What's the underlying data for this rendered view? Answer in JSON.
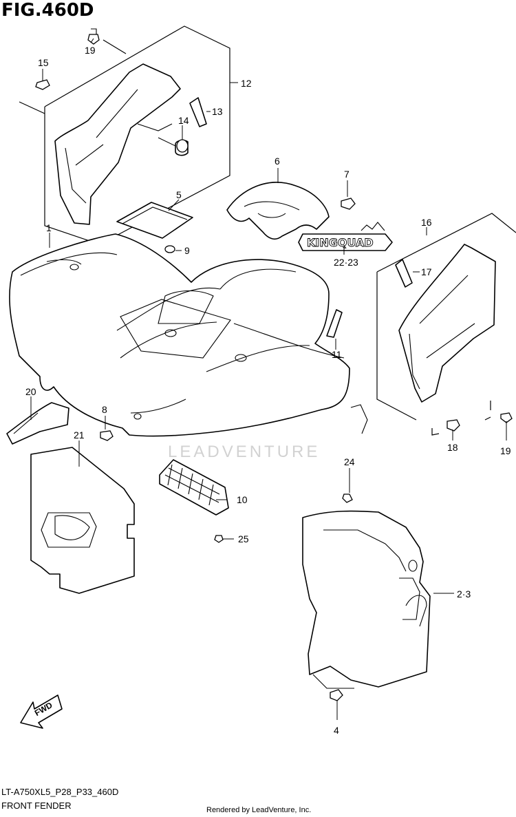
{
  "header": {
    "figure_title": "FIG.460D"
  },
  "footer": {
    "model_code": "LT-A750XL5_P28_P33_460D",
    "section_name": "FRONT FENDER",
    "credit": "Rendered by LeadVenture, Inc."
  },
  "watermark": {
    "text": "LEADVENTURE"
  },
  "emblem": {
    "text": "KINGQUAD"
  },
  "fwd_arrow": {
    "label": "FWD"
  },
  "callouts": {
    "c1": "1",
    "c2_3": "2·3",
    "c4": "4",
    "c5": "5",
    "c6": "6",
    "c7": "7",
    "c8": "8",
    "c9": "9",
    "c10": "10",
    "c11": "11",
    "c12": "12",
    "c13": "13",
    "c14": "14",
    "c15": "15",
    "c16": "16",
    "c17": "17",
    "c18": "18",
    "c19_top": "19",
    "c19_right": "19",
    "c20": "20",
    "c21": "21",
    "c22_23": "22·23",
    "c24": "24",
    "c25": "25"
  }
}
